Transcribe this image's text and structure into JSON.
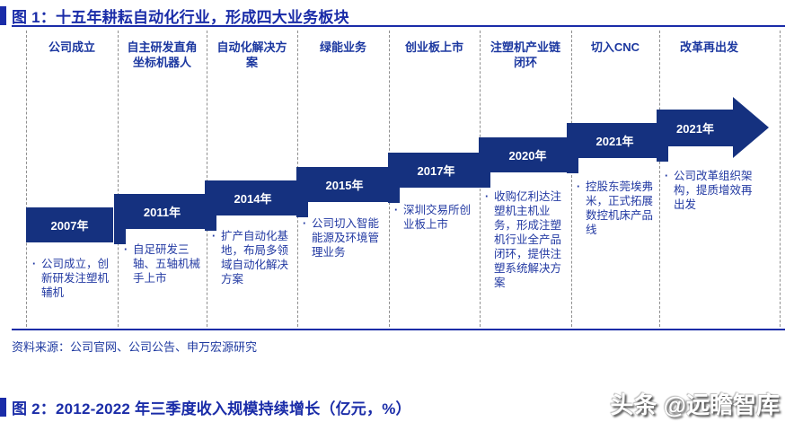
{
  "figure1": {
    "title": "图 1：十五年耕耘自动化行业，形成四大业务板块",
    "bullet_marker": "·",
    "columns": [
      {
        "header": "公司成立",
        "year": "2007年",
        "desc": "公司成立，创新研发注塑机辅机"
      },
      {
        "header": "自主研发直角坐标机器人",
        "year": "2011年",
        "desc": "自足研发三轴、五轴机械手上市"
      },
      {
        "header": "自动化解决方案",
        "year": "2014年",
        "desc": "扩产自动化基地，布局多领域自动化解决方案"
      },
      {
        "header": "绿能业务",
        "year": "2015年",
        "desc": "公司切入智能能源及环境管理业务"
      },
      {
        "header": "创业板上市",
        "year": "2017年",
        "desc": "深圳交易所创业板上市"
      },
      {
        "header": "注塑机产业链闭环",
        "year": "2020年",
        "desc": "收购亿利达注塑机主机业务，形成注塑机行业全产品闭环，提供注塑系统解决方案"
      },
      {
        "header": "切入CNC",
        "year": "2021年",
        "desc": "控股东莞埃弗米，正式拓展数控机床产品线"
      },
      {
        "header": "改革再出发",
        "year": "2021年",
        "desc": "公司改革组织架构，提质增效再出发"
      }
    ],
    "source": "资料来源：公司官网、公司公告、申万宏源研究"
  },
  "figure2": {
    "title": "图 2：2012-2022 年三季度收入规模持续增长（亿元，%）"
  },
  "watermark": "头条 @远瞻智库",
  "colors": {
    "block_navy": "#15317f",
    "title_blue": "#1a2ca8",
    "text_blue": "#2239a2",
    "dash_gray": "#8f8f8f"
  }
}
